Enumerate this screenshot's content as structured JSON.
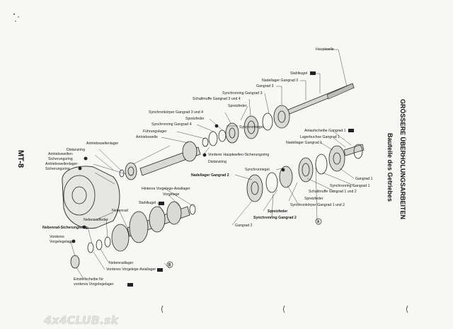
{
  "side_title": {
    "main": "GRÖSSERE ÜBERHOLUNGSARBEITEN",
    "sub": "Bauteile des Getriebes",
    "page_code": "MT-8"
  },
  "watermark": "4x4CLUB.sk",
  "marker_a": "A",
  "marker_b": "B",
  "badge_text": "■",
  "labels": {
    "hauptwelle": "Hauptwelle",
    "stahlkugel_top": "Stahlkugel",
    "nadellager_g3": "Nadellager Gangrad 3",
    "gangrad3": "Gangrad 3",
    "synchronring_g3": "Synchronring Gangrad 3",
    "schaltmuffe_34": "Schaltmuffe Gangrad 3 und 4",
    "spreizfeder_top": "Spreizfeder",
    "synchronkoerper_34": "Synchronkörper Gangrad 3 und 4",
    "spreizfeder_mid": "Spreizfeder",
    "synchronring_g4": "Synchronring Gangrad 4",
    "fuehrungslager": "Führungslager",
    "antriebswelle": "Antriebswelle",
    "synchronriegel_top": "Synchronriegel",
    "vorderer_sicherungsring": "Vorderer Hauptwellen-Sicherungsring",
    "distanzring_mid": "Distanzring",
    "antriebswellenlager": "Antriebswellenlager",
    "distanzring_left": "Distanzring",
    "antriebswellen_sicherungsring_l1": "Antriebswellen-",
    "antriebswellen_sicherungsring_l2": "Sicherungsring",
    "antriebswellenlager_sicherungsring_l1": "Antriebswellenlager-",
    "antriebswellenlager_sicherungsring_l2": "Sicherungsring",
    "anlaufscheibe_g1": "Anlaufscheibe Gangrad 1",
    "lagerbuchse_g1": "Lagerbuchse Gangrad 1",
    "nadellager_g1": "Nadellager Gangrad 1",
    "synchronriegel_right": "Synchronriegel",
    "nadellager_g2": "Nadellager Gangrad 2",
    "gangrad1": "Gangrad 1",
    "synchronring_g1": "Synchronring Gangrad 1",
    "schaltmuffe_12": "Schaltmuffe Gangrad 1 und 2",
    "spreizfeder_right": "Spreizfeder",
    "synchronkoerper_12": "Synchronkörper Gangrad 1 und 2",
    "spreizfeder_bottom": "Spreizfeder",
    "synchronring_g2": "Synchronring Gangrad 2",
    "gangrad2": "Gangrad 2",
    "hinteres_vorgelege_lager": "Hinteres Vorgelege-Axiallager",
    "vorgelege": "Vorgelege",
    "stahlkugel_bottom": "Stahlkugel",
    "nebenrad": "Nebenrad",
    "nebenradfeder": "Nebenradfeder",
    "nebenrad_sicherungsring": "Nebenrad-Sicherungsring",
    "vorderes_vorgelegelager_l1": "Vorderes",
    "vorderes_vorgelegelager_l2": "Vorgelegelager",
    "nebenradlager": "Nebenradlager",
    "vorderes_vorgelege_axiallager": "Vorderes Vorgelege-Axiallager",
    "einstellscheibe_l1": "Einstellscheibe für",
    "einstellscheibe_l2": "vorderes Vorgelegelager"
  }
}
